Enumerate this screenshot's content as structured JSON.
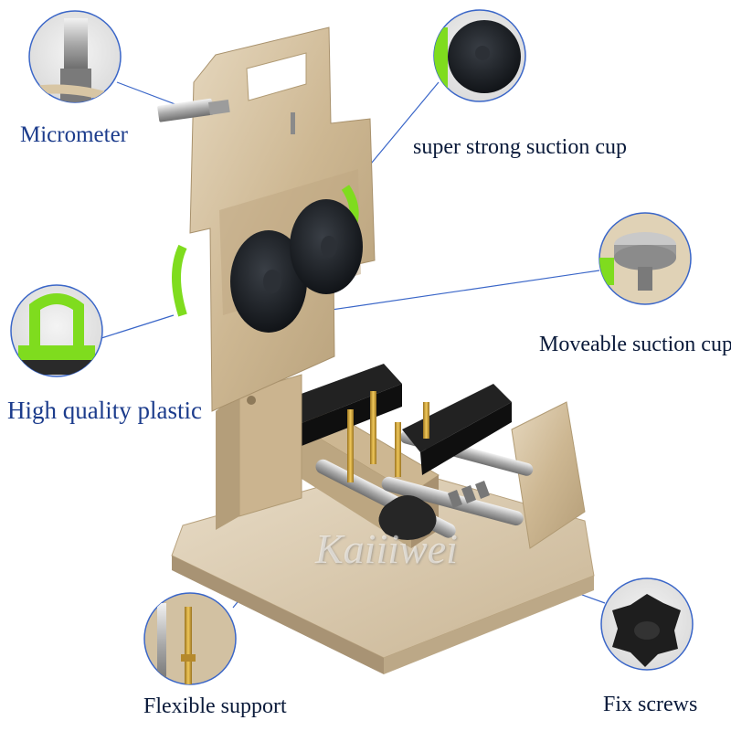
{
  "labels": {
    "micrometer": "Micrometer",
    "suction_cup": "super strong suction cup",
    "moveable_cup": "Moveable suction cup",
    "plastic": "High quality plastic",
    "flexible_support": "Flexible support",
    "fix_screws": "Fix screws"
  },
  "watermark": "Kaiiiwei",
  "colors": {
    "label_blue": "#1c3c8c",
    "leader_line": "#3a66c8",
    "metal_gold": "#cdb792",
    "rubber_black": "#1f1f1f",
    "plastic_green": "#7fdc1e",
    "brass": "#d4a637"
  },
  "icons": [
    "micrometer-icon",
    "suction-cup-icon",
    "moveable-knob-icon",
    "plastic-handle-icon",
    "brass-pin-icon",
    "star-knob-icon"
  ]
}
